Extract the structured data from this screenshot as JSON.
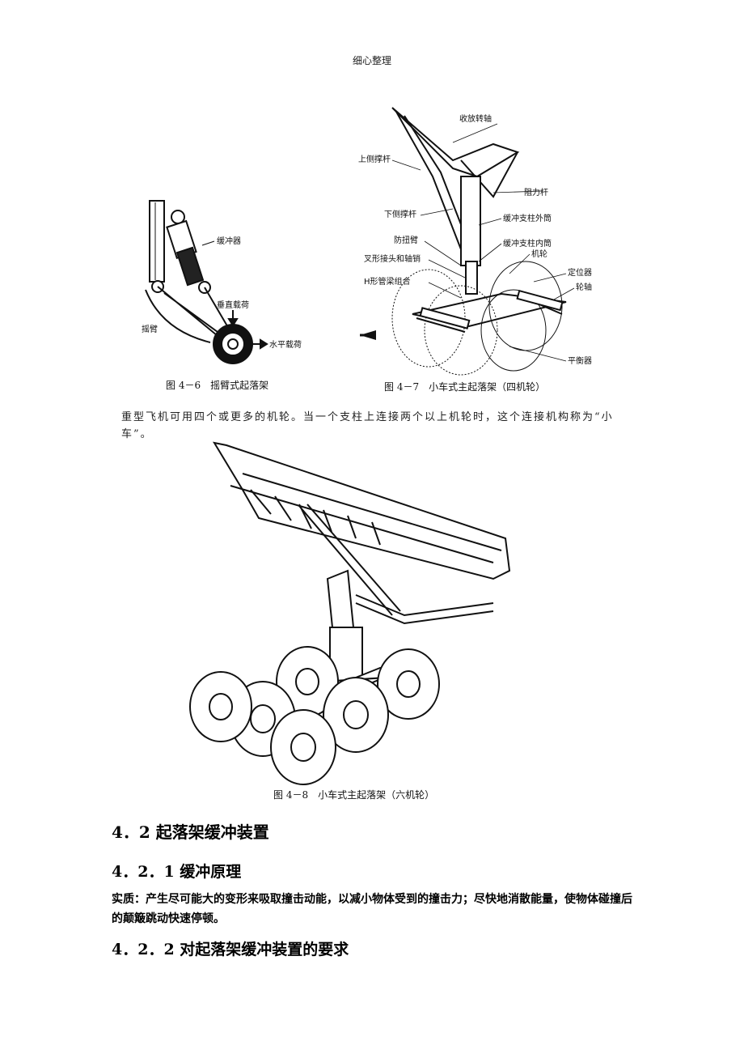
{
  "header": {
    "watermark_text": "细心整理"
  },
  "figure_4_6": {
    "labels": {
      "shock_absorber": "缓冲器",
      "vertical_load": "垂直载荷",
      "swing_arm": "摇臂",
      "horizontal_load": "水平载荷"
    },
    "caption": "图 4－6　摇臂式起落架"
  },
  "figure_4_7": {
    "labels": {
      "retract_axis": "收放转轴",
      "upper_side_strut": "上侧撑杆",
      "drag_strut": "阻力杆",
      "lower_side_strut": "下侧撑杆",
      "outer_cylinder": "缓冲支柱外筒",
      "torque_link": "防扭臂",
      "inner_cylinder": "缓冲支柱内筒",
      "fork_joint": "叉形接头和轴销",
      "wheel": "机轮",
      "positioner": "定位器",
      "h_beam": "H形管梁组合",
      "axle": "轮轴",
      "balancer": "平衡器"
    },
    "caption": "图 4－7　小车式主起落架（四机轮）"
  },
  "paragraph_scan": "重型飞机可用四个或更多的机轮。当一个支柱上连接两个以上机轮时，这个连接机构称为“小车”。",
  "figure_4_8": {
    "caption": "图 4－8　小车式主起落架（六机轮）"
  },
  "section_4_2": {
    "title": "4．2 起落架缓冲装置"
  },
  "section_4_2_1": {
    "title": "4．2．1 缓冲原理",
    "body": "实质：产生尽可能大的变形来吸取撞击动能，以减小物体受到的撞击力；尽快地消散能量，使物体碰撞后的颠簸跳动快速停顿。"
  },
  "section_4_2_2": {
    "title": "4．2．2 对起落架缓冲装置的要求"
  }
}
